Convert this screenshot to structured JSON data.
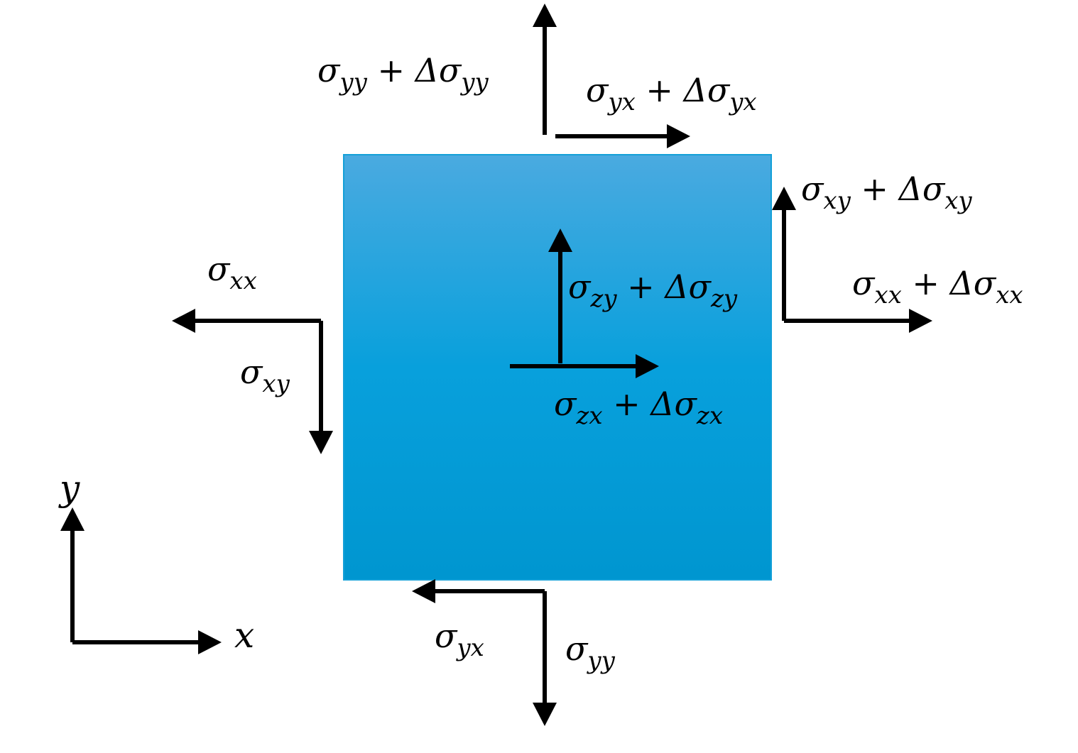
{
  "diagram": {
    "colors": {
      "element_top": "#4aaae0",
      "element_mid": "#08a0dc",
      "element_bottom": "#0096d0",
      "element_border": "#14a0d8",
      "arrow": "#000000"
    },
    "labels": {
      "top_normal": {
        "sym": "σ",
        "sub": "yy",
        "plus": " + ",
        "delta": "Δσ",
        "sub2": "yy"
      },
      "top_shear": {
        "sym": "σ",
        "sub": "yx",
        "plus": " + ",
        "delta": "Δσ",
        "sub2": "yx"
      },
      "right_shear": {
        "sym": "σ",
        "sub": "xy",
        "plus": " + ",
        "delta": "Δσ",
        "sub2": "xy"
      },
      "right_normal": {
        "sym": "σ",
        "sub": "xx",
        "plus": " + ",
        "delta": "Δσ",
        "sub2": "xx"
      },
      "center_zy": {
        "sym": "σ",
        "sub": "zy",
        "plus": " + ",
        "delta": "Δσ",
        "sub2": "zy"
      },
      "center_zx": {
        "sym": "σ",
        "sub": "zx",
        "plus": " + ",
        "delta": "Δσ",
        "sub2": "zx"
      },
      "left_normal": {
        "sym": "σ",
        "sub": "xx"
      },
      "left_shear": {
        "sym": "σ",
        "sub": "xy"
      },
      "bottom_shear": {
        "sym": "σ",
        "sub": "yx"
      },
      "bottom_normal": {
        "sym": "σ",
        "sub": "yy"
      },
      "axis_y": "y",
      "axis_x": "x"
    }
  }
}
